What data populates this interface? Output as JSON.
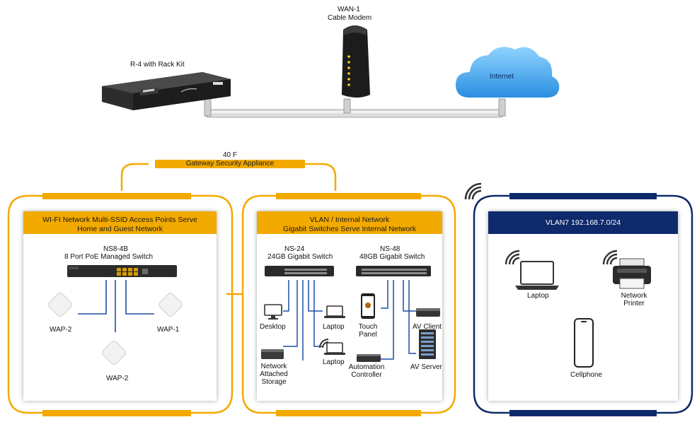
{
  "wan": {
    "name": "WAN-1",
    "subtitle": "Cable Modem"
  },
  "router": {
    "label": "R-4 with Rack Kit"
  },
  "internet": {
    "label": "Internet"
  },
  "gateway": {
    "model": "40 F",
    "label": "Gateway Security Appliance"
  },
  "wifi_panel": {
    "header": "WI-FI Network Multi-SSID Access Points Serve Home and Guest Network",
    "switch_model": "NS8-4B",
    "switch_desc": "8 Port PoE Managed Switch",
    "ap_left": "WAP-2",
    "ap_right": "WAP-1",
    "ap_bottom": "WAP-2"
  },
  "vlan_panel": {
    "header_line1": "VLAN / Internal Network",
    "header_line2": "Gigabit Switches Serve Internal Network",
    "switch1_model": "NS-24",
    "switch1_desc": "24GB Gigabit Switch",
    "switch2_model": "NS-48",
    "switch2_desc": "48GB Gigabit Switch",
    "desktop": "Desktop",
    "laptop1": "Laptop",
    "laptop2": "Laptop",
    "nas": "Network Attached Storage",
    "touch_panel": "Touch Panel",
    "automation": "Automation Controller",
    "av_client": "AV Client",
    "av_server": "AV Server"
  },
  "vlan7_panel": {
    "header": "VLAN7 192.168.7.0/24",
    "laptop": "Laptop",
    "printer": "Network Printer",
    "cellphone": "Cellphone"
  },
  "colors": {
    "orange": "#f2a900",
    "navy": "#0f2a6b",
    "cloud": "#3fa9f5"
  }
}
